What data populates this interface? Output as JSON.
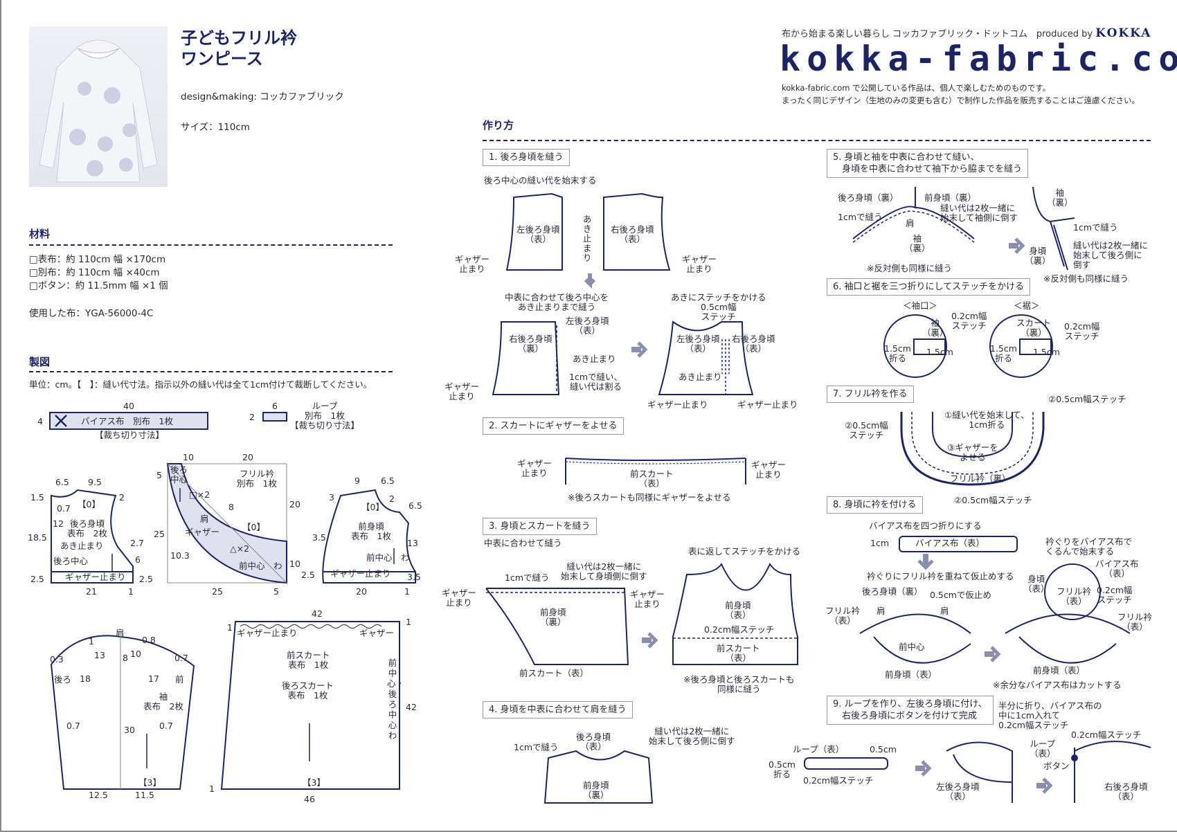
{
  "header": {
    "title_line1": "子どもフリル衿",
    "title_line2": "ワンピース",
    "design": "design&making: コッカファブリック",
    "size": "サイズ：110cm",
    "tagline": "布から始まる楽しい暮らし コッカファブリック・ドットコム　produced by",
    "brand": "KOKKA",
    "logo": "kokka-fabric.com",
    "notice1": "kokka-fabric.com で公開している作品は、個人で楽しむためのものです。",
    "notice2": "まったく同じデザイン（生地のみの変更も含む）で制作した作品を販売することはご遠慮ください。"
  },
  "materials": {
    "heading": "材料",
    "items": [
      "□表布：約 110cm 幅 ×170cm",
      "□別布：約 110cm 幅 ×40cm",
      "□ボタン：約 11.5mm 幅 ×1 個"
    ],
    "used": "使用した布：YGA-56000-4C"
  },
  "pattern": {
    "heading": "製図",
    "unit_note": "単位：cm。【　】：縫い代寸法。指示以外の縫い代は全て1cm付けて裁断してください。",
    "bias": {
      "w": "40",
      "h": "4",
      "label": "バイアス布　別布　1枚",
      "note": "【裁ち切り寸法】"
    },
    "loop": {
      "w": "6",
      "h": "2",
      "label": "ループ\n別布　1枚\n【裁ち切り寸法】"
    },
    "back": {
      "label": "後ろ身頃\n表布　2枚",
      "open": "あき止まり",
      "center": "後ろ中心",
      "gather": "ギャザー止まり",
      "sa0": "【0】",
      "dims": [
        "6.5",
        "9.5",
        "1.5",
        "2",
        "0.7",
        "12",
        "18.5",
        "2.7",
        "6",
        "2.5",
        "2.5",
        "21",
        "1"
      ]
    },
    "collar": {
      "label": "フリル衿\n別布　1枚",
      "back": "後ろ\n中心",
      "front": "前中心　わ",
      "shoulder": "肩",
      "gather": "ギャザー",
      "sa0": "【0】",
      "x2a": "□×2",
      "x2b": "△×2",
      "dims": [
        "10",
        "20",
        "5",
        "20",
        "8",
        "25",
        "10.3",
        "25",
        "5",
        "10"
      ]
    },
    "front": {
      "label": "前身頃\n表布　1枚",
      "center": "前中心　わ",
      "gather": "ギャザー止まり",
      "sa0": "【0】",
      "dims": [
        "9",
        "6.5",
        "3",
        "2",
        "6.5",
        "3.5",
        "13",
        "2.5",
        "20",
        "3.5",
        "1"
      ]
    },
    "sleeve": {
      "label": "袖\n表布　2枚",
      "shoulder": "肩",
      "back": "後ろ",
      "front": "前",
      "sa3": "【3】",
      "dims": [
        "1",
        "0.8",
        "0.3",
        "13",
        "8",
        "10",
        "0.7",
        "18",
        "17",
        "0.7",
        "30",
        "0.7",
        "12.5",
        "11.5"
      ]
    },
    "skirt": {
      "label1": "前スカート\n表布　1枚",
      "label2": "後ろスカート\n表布　1枚",
      "gather_l": "ギャザー止まり",
      "gather_r": "ギャザー",
      "center": "前中心・後ろ中心　わ",
      "sa3": "【3】",
      "dims": [
        "42",
        "1",
        "1",
        "42",
        "1",
        "46"
      ]
    }
  },
  "howto": {
    "heading": "作り方",
    "steps": [
      {
        "title": "1. 後ろ身頃を縫う",
        "notes": [
          "後ろ中心の縫い代を始末する",
          "左後ろ身頃\n（表）",
          "右後ろ身頃\n（表）",
          "あ\nき\n止\nま\nり",
          "ギャザー\n止まり",
          "ギャザー\n止まり",
          "中表に合わせて後ろ中心を\nあき止まりまで縫う",
          "右後ろ身頃\n（裏）",
          "左後ろ身頃\n（表）",
          "あき止まり",
          "1cmで縫い、\n縫い代は割る",
          "ギャザー\n止まり",
          "あきにステッチをかける\n0.5cm幅\nステッチ",
          "左後ろ身頃\n（表）",
          "右後ろ身頃\n（表）",
          "あき止まり",
          "ギャザー止まり",
          "ギャザー止まり"
        ]
      },
      {
        "title": "2. スカートにギャザーをよせる",
        "notes": [
          "ギャザー\n止まり",
          "ギャザー\n止まり",
          "前スカート\n（表）",
          "※後ろスカートも同様にギャザーをよせる"
        ]
      },
      {
        "title": "3. 身頃とスカートを縫う",
        "notes": [
          "中表に合わせて縫う",
          "1cmで縫う",
          "縫い代は2枚一緒に\n始末して身頃側に倒す",
          "ギャザー\n止まり",
          "ギャザー\n止まり",
          "前身頃\n（裏）",
          "前スカート（表）",
          "表に返してステッチをかける",
          "前身頃\n（表）",
          "0.2cm幅ステッチ",
          "前スカート\n（表）",
          "※後ろ身頃と後ろスカートも\n同様に縫う"
        ]
      },
      {
        "title": "4. 身頃を中表に合わせて肩を縫う",
        "notes": [
          "1cmで縫う",
          "後ろ身頃\n（表）",
          "縫い代は2枚一緒に\n始末して後ろ側に倒す",
          "前身頃\n（裏）"
        ]
      },
      {
        "title": "5. 身頃と袖を中表に合わせて縫い、\n　身頃を中表に合わせて袖下から脇までを縫う",
        "notes": [
          "後ろ身頃（裏）",
          "前身頃（裏）",
          "1cmで縫う",
          "縫い代は2枚一緒に\n始末して袖側に倒す",
          "肩",
          "袖\n（裏）",
          "※反対側も同様に縫う",
          "袖\n（裏）",
          "1cmで縫う",
          "縫い代は2枚一緒に\n始末して後ろ側に\n倒す",
          "身頃\n（裏）",
          "※反対側も同様に縫う"
        ]
      },
      {
        "title": "6. 袖口と裾を三つ折りにしてステッチをかける",
        "notes": [
          "＜袖口＞",
          "袖\n（裏）",
          "0.2cm幅\nステッチ",
          "1.5cm\n折る",
          "1.5cm",
          "＜裾＞",
          "スカート\n（裏）",
          "0.2cm幅\nステッチ",
          "1.5cm\n折る",
          "1.5cm"
        ]
      },
      {
        "title": "7. フリル衿を作る",
        "notes": [
          "①縫い代を始末して、\n1cm折る",
          "②0.5cm幅ステッチ",
          "②0.5cm幅\nステッチ",
          "③ギャザーを\nよせる",
          "フリル衿（裏）",
          "②0.5cm幅ステッチ"
        ]
      },
      {
        "title": "8. 身頃に衿を付ける",
        "notes": [
          "バイアス布を四つ折りにする",
          "1cm",
          "バイアス布（表）",
          "衿ぐりをバイアス布で\nくるんで始末する",
          "衿ぐりにフリル衿を重ねて仮止めする",
          "後ろ身頃（裏）",
          "0.5cmで仮止め",
          "フリル衿\n（表）",
          "肩",
          "肩",
          "前中心",
          "前身頃（表）",
          "バイアス布\n（表）",
          "身頃\n（表）",
          "フリル衿\n（表）",
          "0.2cm幅\nステッチ",
          "フリル衿\n（表）",
          "前身頃（表）",
          "※余分なバイアス布はカットする"
        ]
      },
      {
        "title": "9. ループを作り、左後ろ身頃に付け、\n　右後ろ身頃にボタンを付けて完成",
        "notes": [
          "ループ（表）",
          "0.5cm",
          "0.5cm\n折る",
          "0.2cm幅ステッチ",
          "半分に折り、バイアス布の\n中に1cm入れて\n0.2cm幅ステッチ",
          "ループ\n（表）",
          "左後ろ身頃\n（表）",
          "0.2cm幅ステッチ",
          "ボタン",
          "右後ろ身頃\n（表）"
        ]
      }
    ]
  },
  "colors": {
    "navy": "#1d2466",
    "arrow": "#8a8fae",
    "fill": "#dfe2ee"
  }
}
